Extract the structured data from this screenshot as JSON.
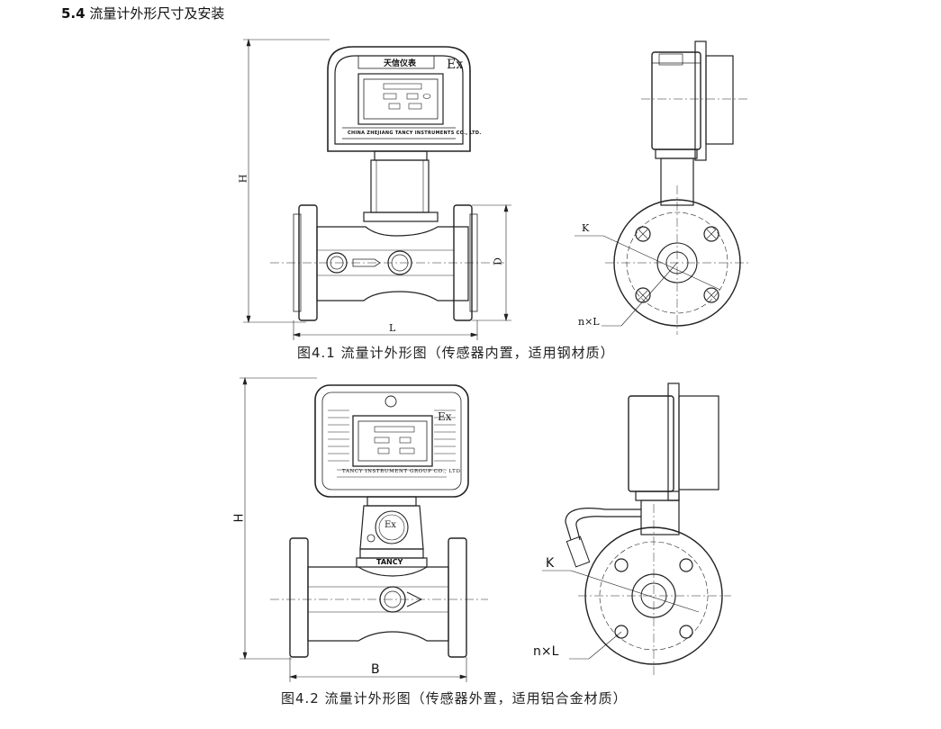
{
  "section": {
    "number": "5.4",
    "title": "流量计外形尺寸及安装"
  },
  "figure1": {
    "caption": "图4.1  流量计外形图（传感器内置，适用钢材质）",
    "brand": "天信仪表",
    "ex_mark": "Ex",
    "company": "CHINA ZHEJIANG TANCY INSTRUMENTS CO., LTD.",
    "dims": {
      "H": "H",
      "D": "D",
      "L": "L",
      "K": "K",
      "nxL": "n×L"
    }
  },
  "figure2": {
    "caption": "图4.2  流量计外形图（传感器外置，适用铝合金材质）",
    "ex_mark": "Ex",
    "ex_small": "Ex",
    "company": "TANCY INSTRUMENT GROUP CO., LTD.",
    "tancy": "TANCY",
    "dims": {
      "H": "H",
      "B": "B",
      "K": "K",
      "nxL": "n×L"
    }
  }
}
